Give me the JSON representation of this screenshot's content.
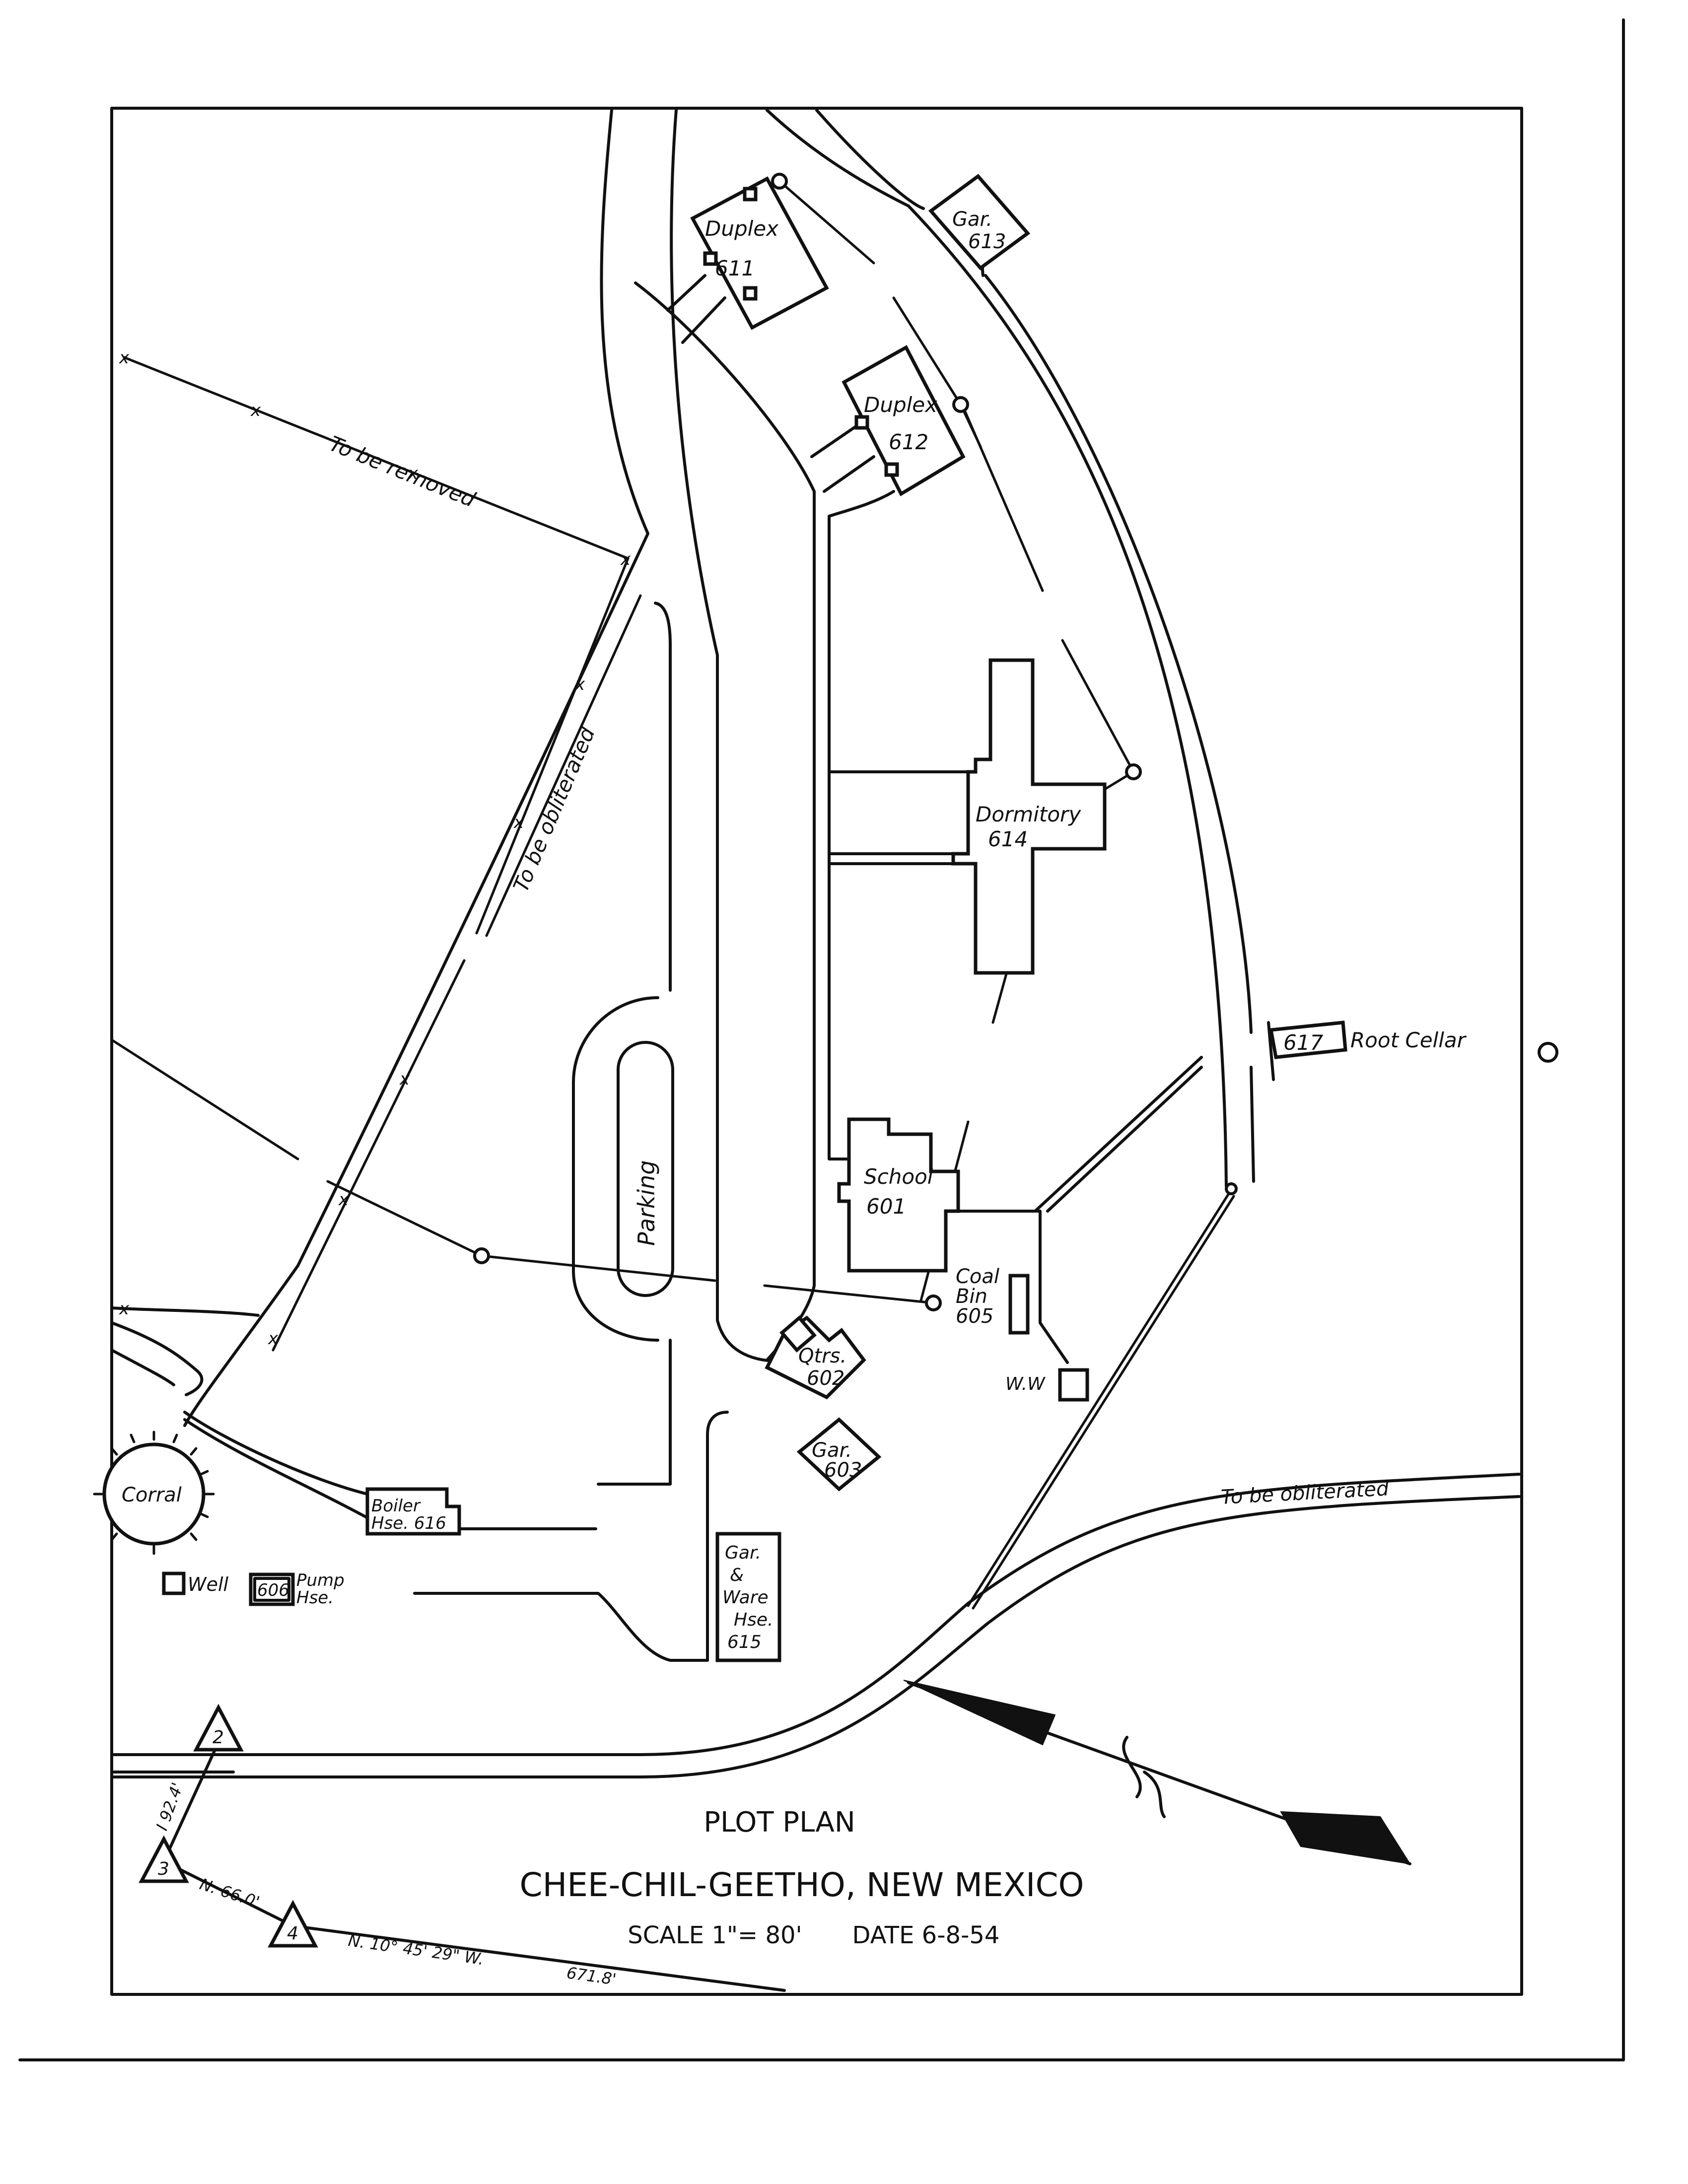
{
  "title": {
    "heading": "PLOT PLAN",
    "place": "CHEE-CHIL-GEETHO, NEW MEXICO",
    "scale": "SCALE 1\"= 80'",
    "date": "DATE 6-8-54"
  },
  "buildings": {
    "duplex_611": {
      "name": "Duplex",
      "number": "611"
    },
    "duplex_612": {
      "name": "Duplex",
      "number": "612"
    },
    "garage_613": {
      "name": "Gar.",
      "number": "613"
    },
    "dormitory_614": {
      "name": "Dormitory",
      "number": "614"
    },
    "root_cellar_617": {
      "number": "617",
      "name": "Root Cellar"
    },
    "school_601": {
      "name": "School",
      "number": "601"
    },
    "coal_bin_605": {
      "name1": "Coal",
      "name2": "Bin",
      "number": "605"
    },
    "quarters_602": {
      "name": "Qtrs.",
      "number": "602"
    },
    "garage_603": {
      "name": "Gar.",
      "number": "603"
    },
    "water_works": {
      "name": "W.W"
    },
    "boiler_616": {
      "name1": "Boiler",
      "name2": "Hse. 616"
    },
    "gar_ware_615": {
      "line1": "Gar.",
      "line2": "&",
      "line3": "Ware",
      "line4": "Hse.",
      "number": "615"
    },
    "well": {
      "name": "Well"
    },
    "pump_606": {
      "number": "606",
      "name1": "Pump",
      "name2": "Hse."
    }
  },
  "features": {
    "corral": "Corral",
    "parking": "Parking",
    "fence_note": "To be removed",
    "road_note_1": "To be obliterated",
    "road_note_2": "To be obliterated"
  },
  "survey": {
    "station_2": "2",
    "station_3": "3",
    "station_4": "4",
    "bearing_2_3": "I 92.4'",
    "bearing_3_4": "N. 66.0'",
    "bearing_4": "N. 10° 45' 29\" W.",
    "distance_4": "671.8'"
  }
}
